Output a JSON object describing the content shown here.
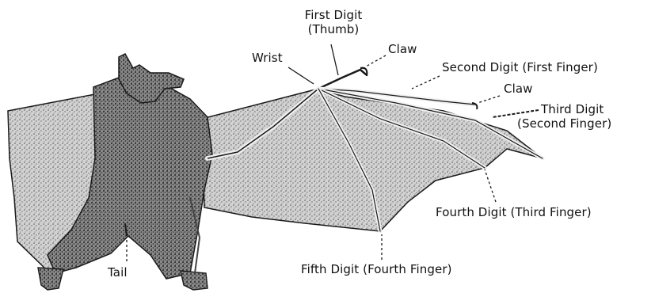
{
  "labels": {
    "first_digit_line1": "First Digit",
    "first_digit_line2": "(Thumb)",
    "claw_top": "Claw",
    "wrist": "Wrist",
    "second_digit": "Second Digit (First Finger)",
    "claw_second": "Claw",
    "third_digit_line1": "Third Digit",
    "third_digit_line2": "(Second Finger)",
    "fourth_digit": "Fourth Digit (Third Finger)",
    "fifth_digit": "Fifth Digit (Fourth Finger)",
    "tail": "Tail"
  },
  "colors": {
    "ink": "#1a1a1a",
    "membrane_fill": "#c9c9c9",
    "body_fill": "#7a7a7a",
    "background": "#ffffff"
  }
}
